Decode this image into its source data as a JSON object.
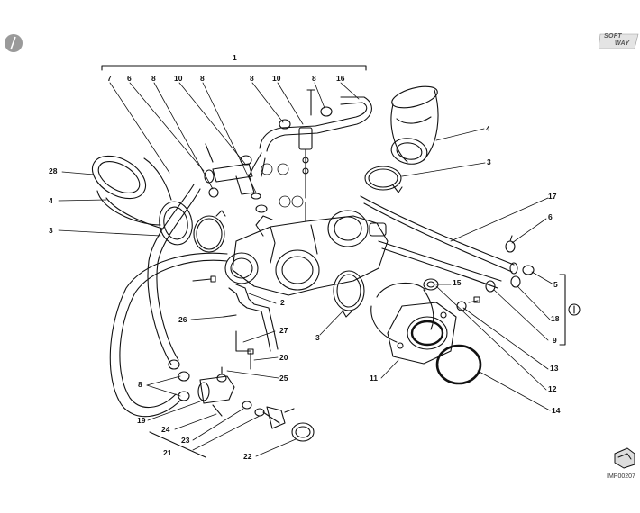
{
  "diagram": {
    "logo": {
      "line1": "SOFT",
      "line2": "WAY"
    },
    "reference_code": "IMP00207",
    "labels": [
      {
        "id": "l1",
        "text": "1"
      },
      {
        "id": "l7",
        "text": "7"
      },
      {
        "id": "l6a",
        "text": "6"
      },
      {
        "id": "l8a",
        "text": "8"
      },
      {
        "id": "l10a",
        "text": "10"
      },
      {
        "id": "l8b",
        "text": "8"
      },
      {
        "id": "l8c",
        "text": "8"
      },
      {
        "id": "l10b",
        "text": "10"
      },
      {
        "id": "l8d",
        "text": "8"
      },
      {
        "id": "l16",
        "text": "16"
      },
      {
        "id": "l4a",
        "text": "4"
      },
      {
        "id": "l3a",
        "text": "3"
      },
      {
        "id": "l28",
        "text": "28"
      },
      {
        "id": "l4b",
        "text": "4"
      },
      {
        "id": "l3b",
        "text": "3"
      },
      {
        "id": "l17",
        "text": "17"
      },
      {
        "id": "l6b",
        "text": "6"
      },
      {
        "id": "l5",
        "text": "5"
      },
      {
        "id": "l18",
        "text": "18"
      },
      {
        "id": "l9",
        "text": "9"
      },
      {
        "id": "l15",
        "text": "15"
      },
      {
        "id": "l2",
        "text": "2"
      },
      {
        "id": "l26",
        "text": "26"
      },
      {
        "id": "l27",
        "text": "27"
      },
      {
        "id": "l3c",
        "text": "3"
      },
      {
        "id": "l20",
        "text": "20"
      },
      {
        "id": "l25",
        "text": "25"
      },
      {
        "id": "l11",
        "text": "11"
      },
      {
        "id": "l13",
        "text": "13"
      },
      {
        "id": "l12",
        "text": "12"
      },
      {
        "id": "l14",
        "text": "14"
      },
      {
        "id": "l8e",
        "text": "8"
      },
      {
        "id": "l19",
        "text": "19"
      },
      {
        "id": "l24",
        "text": "24"
      },
      {
        "id": "l23",
        "text": "23"
      },
      {
        "id": "l21",
        "text": "21"
      },
      {
        "id": "l22",
        "text": "22"
      }
    ]
  }
}
